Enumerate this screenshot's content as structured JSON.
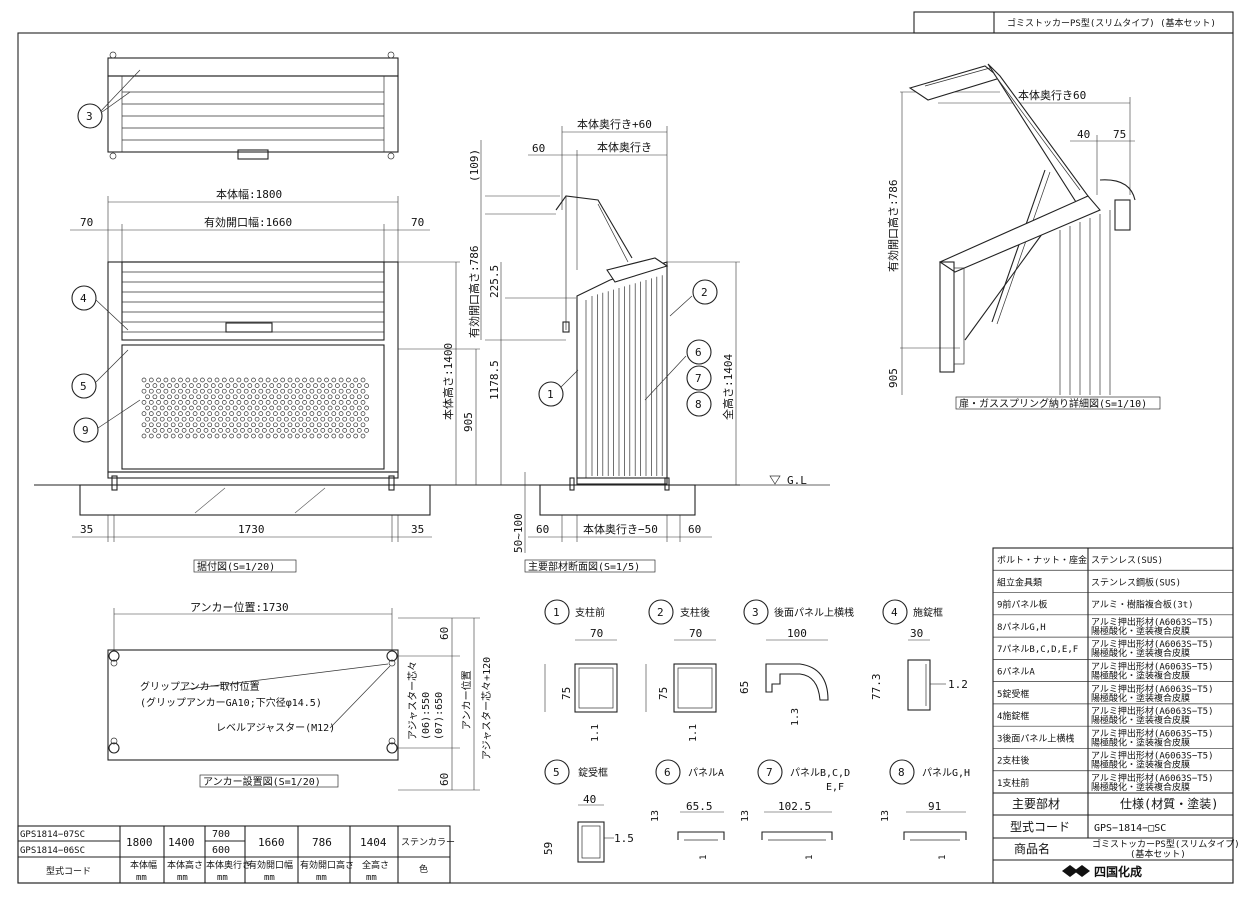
{
  "title_block": {
    "top_title": "ゴミストッカーPS型(スリムタイプ) (基本セット)"
  },
  "callouts": [
    "1",
    "2",
    "3",
    "4",
    "5",
    "6",
    "7",
    "8",
    "9"
  ],
  "front_view": {
    "dims": {
      "body_width": "本体幅:1800",
      "effective_opening_width": "有効開口幅:1660",
      "side_left": "70",
      "side_right": "70",
      "foot_left": "35",
      "foot_right": "35",
      "foot_span": "1730",
      "body_height": "本体高さ:1400",
      "lower_height": "905"
    },
    "caption": "据付図(S=1/20)"
  },
  "section_view": {
    "dims": {
      "depth_plus": "本体奥行き+60",
      "depth": "本体奥行き",
      "offset_60": "60",
      "top_109": "(109)",
      "eff_height": "有効開口高さ:786",
      "h_225": "225.5",
      "h_1178": "1178.5",
      "total_height": "全高さ:1404",
      "gl": "G.L",
      "base_60_left": "60",
      "depth_minus": "本体奥行き−50",
      "base_60_right": "60",
      "adjust": "50~100"
    },
    "caption": "主要部材断面図(S=1/5)"
  },
  "detail_view": {
    "dims": {
      "depth_plus": "本体奥行き60",
      "d40": "40",
      "d75": "75",
      "eff_height": "有効開口高さ:786",
      "h905": "905"
    },
    "caption": "扉・ガススプリング納り詳細図(S=1/10)"
  },
  "anchor_view": {
    "anchor_pos": "アンカー位置:1730",
    "note1": "グリップアンカー取付位置",
    "note2": "(グリップアンカーGA10;下穴径φ14.5)",
    "note3": "レベルアジャスター(M12)",
    "right_dims": {
      "d60_top": "60",
      "d60_bot": "60",
      "adj_depth": "アジャスター芯々",
      "d06": "(06):550",
      "d07": "(07):650",
      "anchor_label": "アンカー位置",
      "adj_plus": "アジャスター芯々+120"
    },
    "caption": "アンカー設置図(S=1/20)"
  },
  "profiles": [
    {
      "num": "1",
      "label": "支柱前",
      "w": "70",
      "h": "75",
      "t": "1.1"
    },
    {
      "num": "2",
      "label": "支柱後",
      "w": "70",
      "h": "75",
      "t": "1.1"
    },
    {
      "num": "3",
      "label": "後面パネル上横桟",
      "w": "100",
      "h": "65",
      "t": "1.3"
    },
    {
      "num": "4",
      "label": "施錠框",
      "w": "30",
      "h": "77.3",
      "t": "1.2"
    },
    {
      "num": "5",
      "label": "錠受框",
      "w": "40",
      "h": "59",
      "t": "1.5"
    },
    {
      "num": "6",
      "label": "パネルA",
      "w": "65.5",
      "h": "13",
      "t": "1"
    },
    {
      "num": "7",
      "label": "パネルB,C,D",
      "label2": "E,F",
      "w": "102.5",
      "h": "13",
      "t": "1"
    },
    {
      "num": "8",
      "label": "パネルG,H",
      "w": "91",
      "h": "13",
      "t": "1"
    }
  ],
  "spec_table": [
    {
      "part": "ボルト・ナット・座金",
      "spec": "ステンレス(SUS)",
      "spec2": ""
    },
    {
      "part": "組立金具類",
      "spec": "ステンレス鋼板(SUS)",
      "spec2": ""
    },
    {
      "part": "9前パネル板",
      "spec": "アルミ・樹脂複合板(3t)",
      "spec2": ""
    },
    {
      "part": "8パネルG,H",
      "spec": "アルミ押出形材(A6063S−T5)",
      "spec2": "陽極酸化・塗装複合皮膜"
    },
    {
      "part": "7パネルB,C,D,E,F",
      "spec": "アルミ押出形材(A6063S−T5)",
      "spec2": "陽極酸化・塗装複合皮膜"
    },
    {
      "part": "6パネルA",
      "spec": "アルミ押出形材(A6063S−T5)",
      "spec2": "陽極酸化・塗装複合皮膜"
    },
    {
      "part": "5錠受框",
      "spec": "アルミ押出形材(A6063S−T5)",
      "spec2": "陽極酸化・塗装複合皮膜"
    },
    {
      "part": "4施錠框",
      "spec": "アルミ押出形材(A6063S−T5)",
      "spec2": "陽極酸化・塗装複合皮膜"
    },
    {
      "part": "3後面パネル上横桟",
      "spec": "アルミ押出形材(A6063S−T5)",
      "spec2": "陽極酸化・塗装複合皮膜"
    },
    {
      "part": "2支柱後",
      "spec": "アルミ押出形材(A6063S−T5)",
      "spec2": "陽極酸化・塗装複合皮膜"
    },
    {
      "part": "1支柱前",
      "spec": "アルミ押出形材(A6063S−T5)",
      "spec2": "陽極酸化・塗装複合皮膜"
    }
  ],
  "spec_header": {
    "part": "主要部材",
    "spec": "仕様(材質・塗装)"
  },
  "code_row": {
    "label": "型式コード",
    "value": "GPS−1814−□SC"
  },
  "product_row": {
    "label": "商品名",
    "value": "ゴミストッカーPS型(スリムタイプ)",
    "value2": "(基本セット)"
  },
  "logo": "四国化成",
  "model_table": {
    "rows": [
      {
        "code": "GPS1814−07SC",
        "depth": "700"
      },
      {
        "code": "GPS1814−06SC",
        "depth": "600"
      }
    ],
    "shared": {
      "width": "1800",
      "height": "1400",
      "eff_w": "1660",
      "eff_h": "786",
      "total_h": "1404",
      "color": "ステンカラー"
    },
    "headers": [
      "型式コード",
      "本体幅",
      "本体高さ",
      "本体奥行き",
      "有効開口幅",
      "有効開口高さ",
      "全高さ",
      "色"
    ],
    "unit": "mm"
  }
}
